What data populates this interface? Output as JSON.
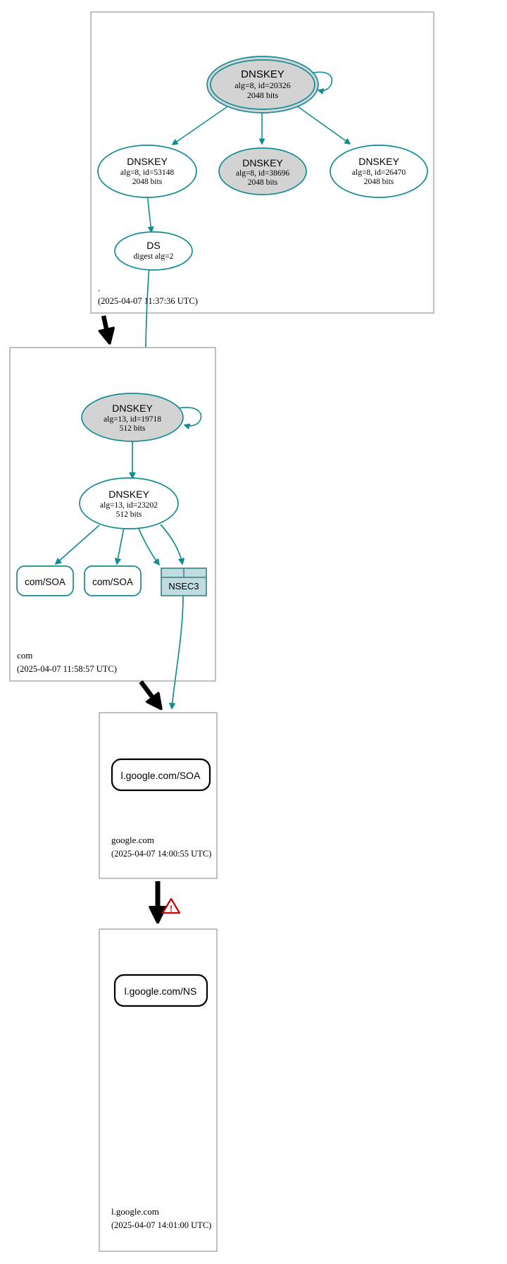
{
  "diagram": {
    "type": "dnssec-authentication-chain",
    "colors": {
      "teal": "#148c96",
      "secure_fill_gray": "#d3d3d3",
      "white": "#ffffff",
      "black": "#000000",
      "box_border": "#808080",
      "nsec3_fill": "#c0dce0",
      "warning_red": "#cc0000"
    }
  },
  "zones": [
    {
      "id": "root",
      "title": ".",
      "timestamp": "(2025-04-07 11:37:36 UTC)",
      "nodes": [
        {
          "id": "root-ksk",
          "kind": "DNSKEY",
          "shape": "doubleellipse",
          "fill": "gray",
          "line1": "DNSKEY",
          "line2": "alg=8, id=20326",
          "line3": "2048 bits",
          "self_signed": true
        },
        {
          "id": "root-zsk-53148",
          "kind": "DNSKEY",
          "shape": "ellipse",
          "fill": "white",
          "line1": "DNSKEY",
          "line2": "alg=8, id=53148",
          "line3": "2048 bits",
          "self_signed": false
        },
        {
          "id": "root-zsk-38696",
          "kind": "DNSKEY",
          "shape": "ellipse",
          "fill": "gray",
          "line1": "DNSKEY",
          "line2": "alg=8, id=38696",
          "line3": "2048 bits",
          "self_signed": false
        },
        {
          "id": "root-zsk-26470",
          "kind": "DNSKEY",
          "shape": "ellipse",
          "fill": "white",
          "line1": "DNSKEY",
          "line2": "alg=8, id=26470",
          "line3": "2048 bits",
          "self_signed": false
        },
        {
          "id": "root-ds",
          "kind": "DS",
          "shape": "ellipse",
          "fill": "white",
          "line1": "DS",
          "line2": "digest alg=2",
          "line3": "",
          "self_signed": false
        }
      ]
    },
    {
      "id": "com",
      "title": "com",
      "timestamp": "(2025-04-07 11:58:57 UTC)",
      "nodes": [
        {
          "id": "com-ksk",
          "kind": "DNSKEY",
          "shape": "ellipse",
          "fill": "gray",
          "line1": "DNSKEY",
          "line2": "alg=13, id=19718",
          "line3": "512 bits",
          "self_signed": true
        },
        {
          "id": "com-zsk",
          "kind": "DNSKEY",
          "shape": "ellipse",
          "fill": "white",
          "line1": "DNSKEY",
          "line2": "alg=13, id=23202",
          "line3": "512 bits",
          "self_signed": false
        },
        {
          "id": "com-soa-1",
          "kind": "RRset",
          "shape": "roundrect",
          "fill": "white",
          "line1": "com/SOA"
        },
        {
          "id": "com-soa-2",
          "kind": "RRset",
          "shape": "roundrect",
          "fill": "white",
          "line1": "com/SOA"
        },
        {
          "id": "com-nsec3",
          "kind": "NSEC3",
          "shape": "record-box",
          "fill": "nsec3",
          "line1": "NSEC3"
        }
      ]
    },
    {
      "id": "google-com",
      "title": "google.com",
      "timestamp": "(2025-04-07 14:00:55 UTC)",
      "nodes": [
        {
          "id": "lgoogle-soa",
          "kind": "RRset",
          "shape": "roundrect",
          "fill": "white",
          "line1": "l.google.com/SOA"
        }
      ]
    },
    {
      "id": "l-google-com",
      "title": "l.google.com",
      "timestamp": "(2025-04-07 14:01:00 UTC)",
      "nodes": [
        {
          "id": "lgoogle-ns",
          "kind": "RRset",
          "shape": "roundrect",
          "fill": "white",
          "line1": "l.google.com/NS"
        }
      ]
    }
  ],
  "edges": [
    {
      "id": "e-ksk-self",
      "from": "root-ksk",
      "to": "root-ksk",
      "style": "teal"
    },
    {
      "id": "e-ksk-53148",
      "from": "root-ksk",
      "to": "root-zsk-53148",
      "style": "teal"
    },
    {
      "id": "e-ksk-38696",
      "from": "root-ksk",
      "to": "root-zsk-38696",
      "style": "teal"
    },
    {
      "id": "e-ksk-26470",
      "from": "root-ksk",
      "to": "root-zsk-26470",
      "style": "teal"
    },
    {
      "id": "e-53148-ds",
      "from": "root-zsk-53148",
      "to": "root-ds",
      "style": "teal"
    },
    {
      "id": "e-ds-comksk",
      "from": "root-ds",
      "to": "com-ksk",
      "style": "teal"
    },
    {
      "id": "e-root-com-delegation",
      "from": "root",
      "to": "com",
      "style": "black-thick"
    },
    {
      "id": "e-comksk-self",
      "from": "com-ksk",
      "to": "com-ksk",
      "style": "teal"
    },
    {
      "id": "e-comksk-comzsk",
      "from": "com-ksk",
      "to": "com-zsk",
      "style": "teal"
    },
    {
      "id": "e-comzsk-soa1",
      "from": "com-zsk",
      "to": "com-soa-1",
      "style": "teal"
    },
    {
      "id": "e-comzsk-soa2",
      "from": "com-zsk",
      "to": "com-soa-2",
      "style": "teal"
    },
    {
      "id": "e-comzsk-nsec3a",
      "from": "com-zsk",
      "to": "com-nsec3",
      "style": "teal"
    },
    {
      "id": "e-comzsk-nsec3b",
      "from": "com-zsk",
      "to": "com-nsec3",
      "style": "teal"
    },
    {
      "id": "e-nsec3-google",
      "from": "com-nsec3",
      "to": "google-com",
      "style": "teal"
    },
    {
      "id": "e-com-google-delegation",
      "from": "com",
      "to": "google-com",
      "style": "black-thick"
    },
    {
      "id": "e-google-lgoogle-delegation",
      "from": "google-com",
      "to": "l-google-com",
      "style": "black-thick",
      "warning": true
    }
  ],
  "warning": {
    "id": "delegation-warning",
    "symbol": "!",
    "name": "warning-triangle"
  }
}
